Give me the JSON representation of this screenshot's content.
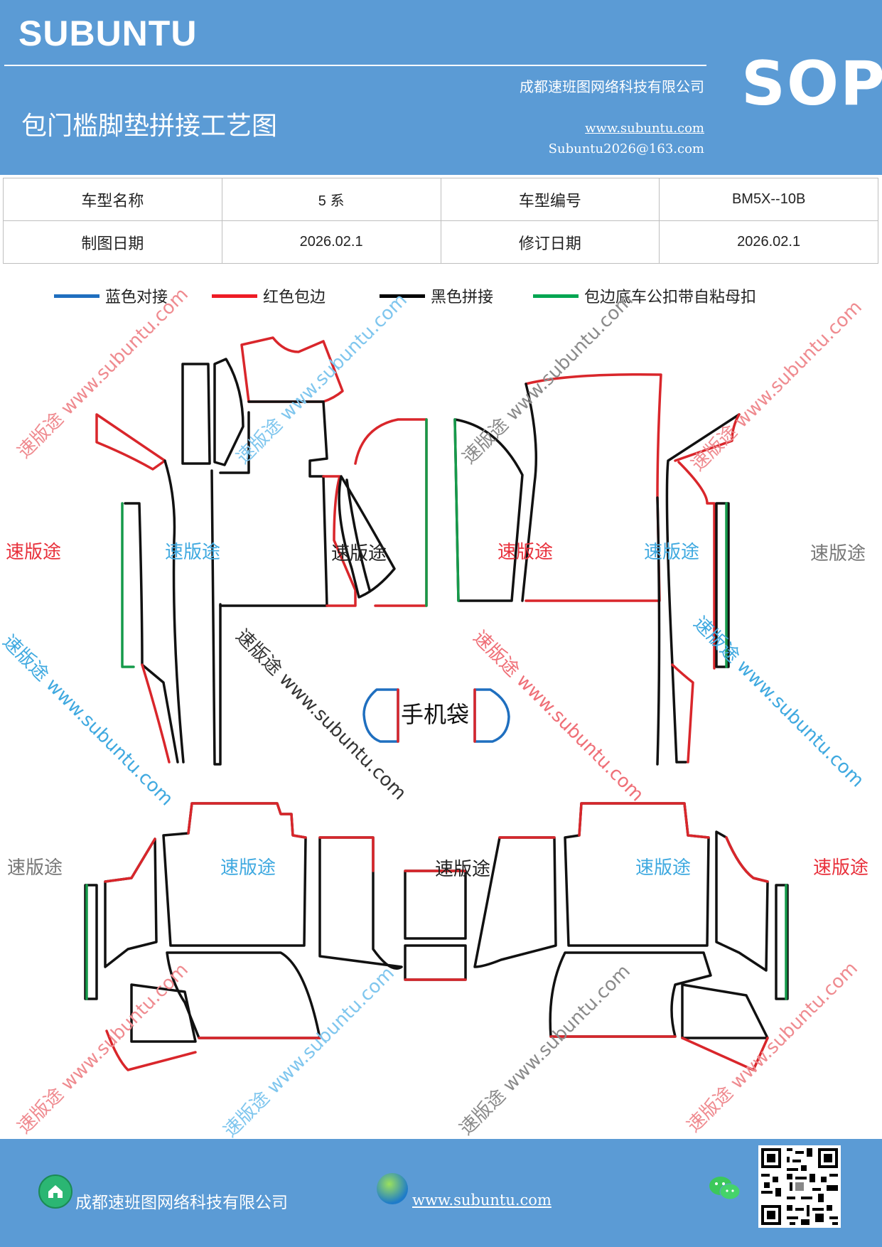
{
  "header": {
    "brand": "SUBUNTU",
    "doc_type": "SOP",
    "company": "成都速班图网络科技有限公司",
    "title": "包门槛脚垫拼接工艺图",
    "website": "www.subuntu.com",
    "email": "Subuntu2026@163.com"
  },
  "info_table": {
    "rows": [
      [
        "车型名称",
        "5 系",
        "车型编号",
        "BM5X--10B"
      ],
      [
        "制图日期",
        "2026.02.1",
        "修订日期",
        "2026.02.1"
      ]
    ]
  },
  "legend": [
    {
      "label": "蓝色对接",
      "color": "#1f6fbf"
    },
    {
      "label": "红色包边",
      "color": "#ee1c25"
    },
    {
      "label": "黑色拼接",
      "color": "#000000"
    },
    {
      "label": "包边底车公扣带自粘母扣",
      "color": "#00a651"
    }
  ],
  "drawing": {
    "phone_pocket_label": "手机袋",
    "watermark_text": "速版途",
    "watermark_url": "www.subuntu.com",
    "watermark_diag": "速版途 www.subuntu.com"
  },
  "footer": {
    "company": "成都速班图网络科技有限公司",
    "website": "www.subuntu.com"
  },
  "colors": {
    "header_bg": "#5b9bd5",
    "blue": "#1f6fbf",
    "red": "#d9262b",
    "black": "#111111",
    "green": "#159a4a"
  }
}
